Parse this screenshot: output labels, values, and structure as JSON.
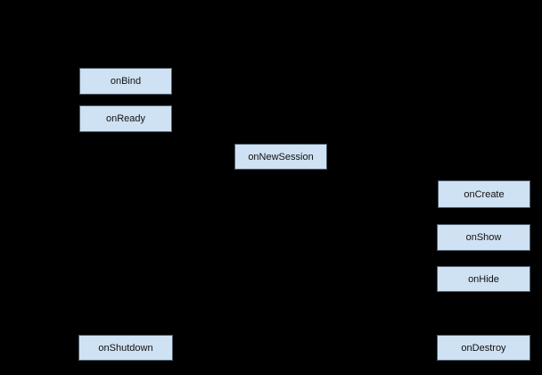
{
  "diagram": {
    "description": "Lifecycle flowchart of callback methods on a black background",
    "colors": {
      "background": "#000000",
      "node_fill": "#cfe2f3",
      "node_border": "#4f5d6b",
      "node_text": "#111111"
    },
    "nodes": [
      {
        "id": "onBind",
        "label": "onBind"
      },
      {
        "id": "onReady",
        "label": "onReady"
      },
      {
        "id": "onNewSession",
        "label": "onNewSession"
      },
      {
        "id": "onCreate",
        "label": "onCreate"
      },
      {
        "id": "onShow",
        "label": "onShow"
      },
      {
        "id": "onHide",
        "label": "onHide"
      },
      {
        "id": "onShutdown",
        "label": "onShutdown"
      },
      {
        "id": "onDestroy",
        "label": "onDestroy"
      }
    ]
  }
}
